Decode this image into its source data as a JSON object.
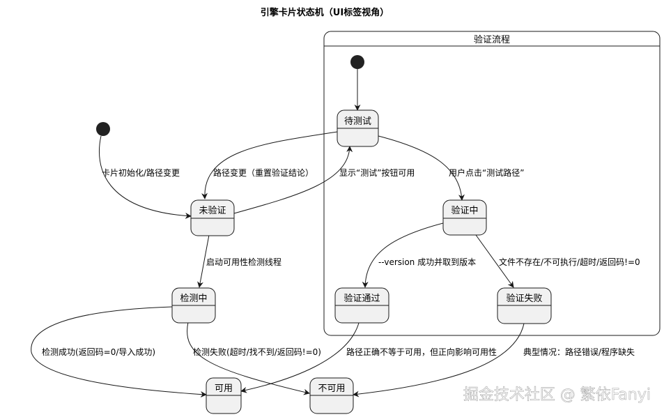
{
  "title": "引擎卡片状态机（UI标签视角）",
  "composite": {
    "title": "验证流程"
  },
  "states": {
    "pending": "待测试",
    "unverified": "未验证",
    "verifying": "验证中",
    "checking": "检测中",
    "passed": "验证通过",
    "failed": "验证失败",
    "available": "可用",
    "unavailable": "不可用"
  },
  "edges": {
    "init": "卡片初始化/路径变更",
    "path_change": "路径变更（重置验证结论）",
    "show_test": "显示“测试”按钮可用",
    "user_click": "用户点击“测试路径”",
    "start_check": "启动可用性检测线程",
    "version_ok": "--version 成功并取到版本",
    "file_missing": "文件不存在/不可执行/超时/返回码!=0",
    "check_success": "检测成功(返回码=0/导入成功)",
    "check_fail": "检测失败(超时/找不到/返回码!=0)",
    "path_ok": "路径正确不等于可用，但正向影响可用性",
    "typical": "典型情况：路径错误/程序缺失"
  },
  "watermark": "掘金技术社区 @ 繁依Fanyi"
}
